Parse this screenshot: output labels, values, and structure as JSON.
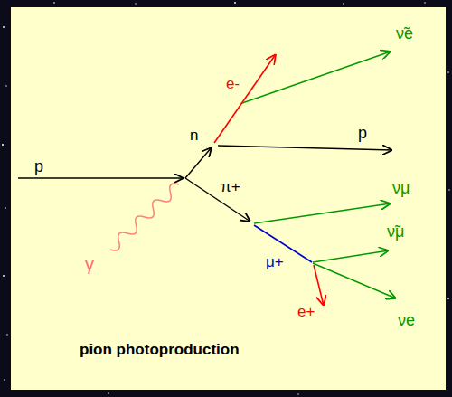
{
  "diagram": {
    "caption": "pion photoproduction",
    "labels": [
      "p",
      "γ",
      "n",
      "π+",
      "e-",
      "ν̃e",
      "p",
      "νμ",
      "μ+",
      "ν̃μ",
      "e+",
      "νe"
    ]
  }
}
